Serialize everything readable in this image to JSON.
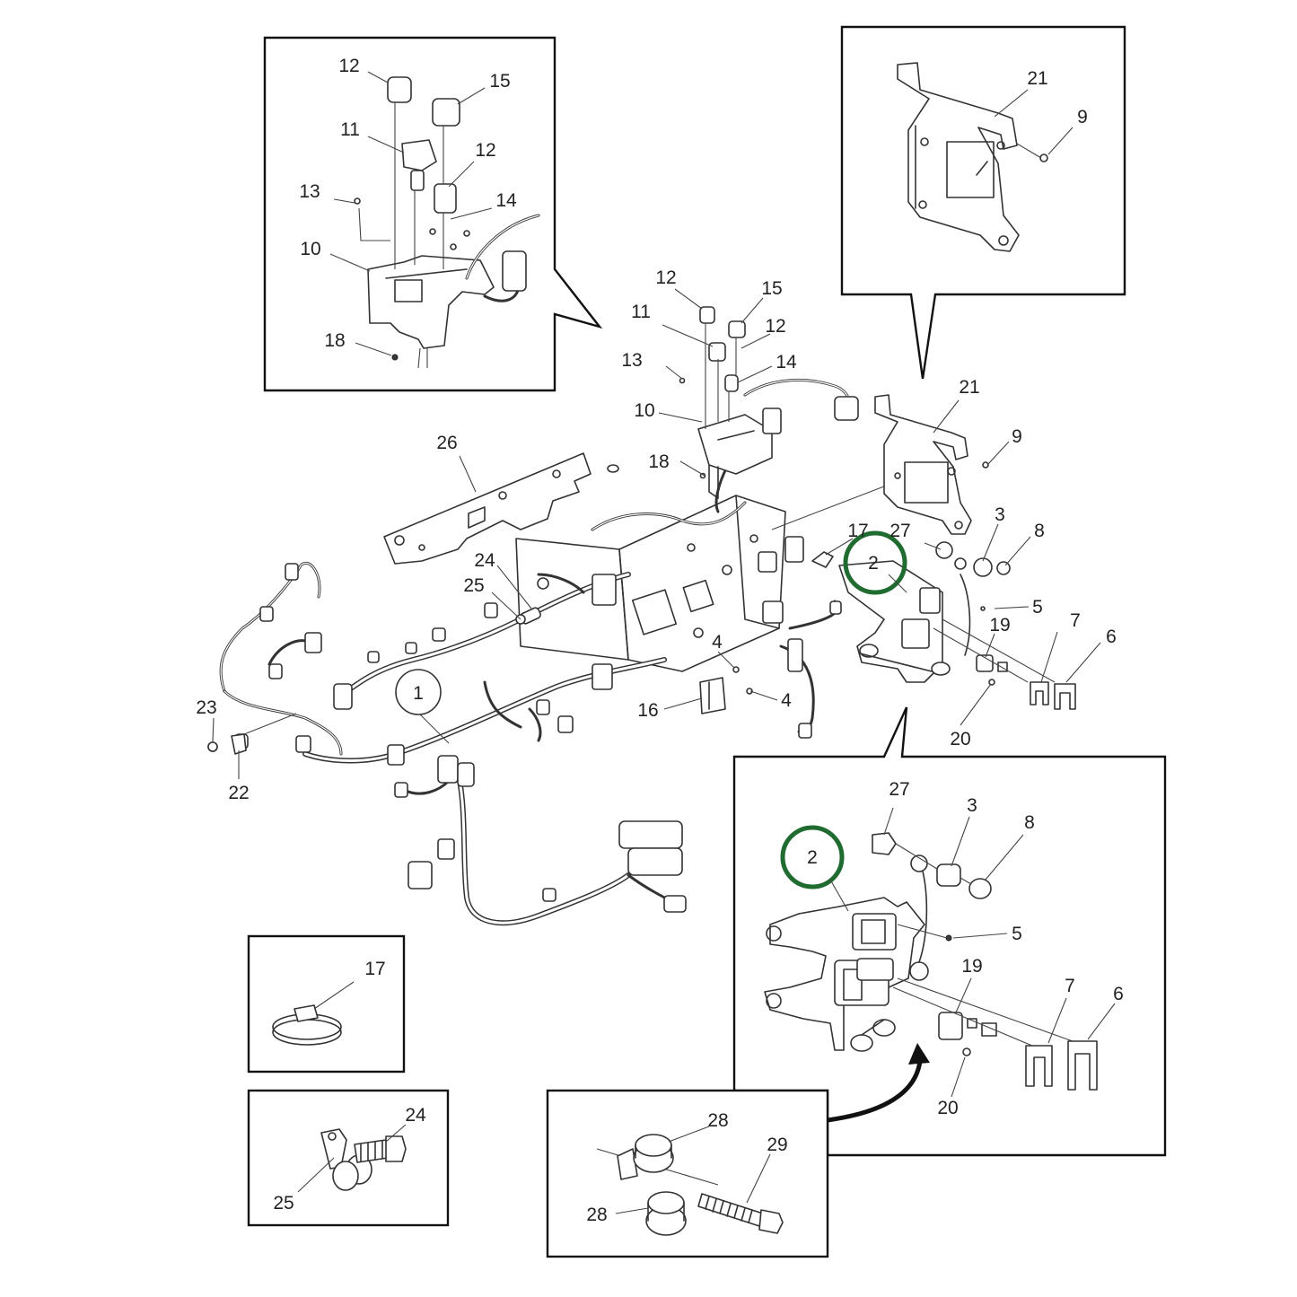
{
  "highlight_color": "#1f6b30",
  "callouts": {
    "main": {
      "harness": "1",
      "module": "2",
      "spacer": "3",
      "screw_a": "4",
      "screw_b": "4",
      "nut_5": "5",
      "clip_6": "6",
      "clip_7": "7",
      "nut_8": "8",
      "bolt_9": "9",
      "bracket_10": "10",
      "sensor_11": "11",
      "connector_12a": "12",
      "connector_12b": "12",
      "screw_13": "13",
      "lead_14": "14",
      "connector_15": "15",
      "bracket_16": "16",
      "strap_17": "17",
      "nut_18": "18",
      "connector_19": "19",
      "screw_20": "20",
      "bracket_21": "21",
      "clip_22": "22",
      "nut_23": "23",
      "bolt_24": "24",
      "clip_25": "25",
      "bracket_26": "26",
      "grommet_27": "27"
    },
    "detail_top_left": {
      "connector_12a": "12",
      "connector_15": "15",
      "sensor_11": "11",
      "connector_12b": "12",
      "screw_13": "13",
      "lead_14": "14",
      "bracket_10": "10",
      "nut_18": "18"
    },
    "detail_top_right": {
      "bracket_21": "21",
      "bolt_9": "9"
    },
    "detail_bottom_right": {
      "grommet_27": "27",
      "spacer_3": "3",
      "nut_8": "8",
      "module_2": "2",
      "nut_5": "5",
      "connector_19": "19",
      "clip_7": "7",
      "clip_6": "6",
      "screw_20": "20"
    },
    "detail_strap": {
      "strap_17": "17"
    },
    "detail_clip": {
      "bolt_24": "24",
      "clip_25": "25"
    },
    "detail_grommet": {
      "grommet_28a": "28",
      "bolt_29": "29",
      "grommet_28b": "28"
    }
  }
}
